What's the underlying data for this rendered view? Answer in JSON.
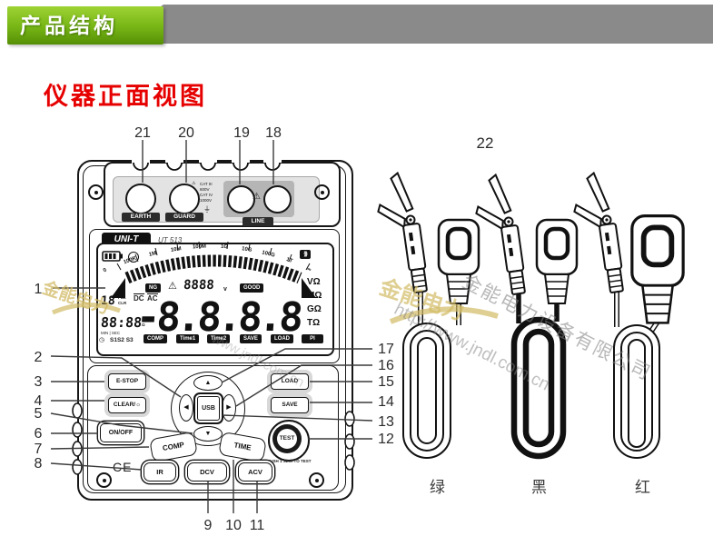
{
  "banner": {
    "title": "产品结构"
  },
  "heading": {
    "title": "仪器正面视图"
  },
  "colors": {
    "banner_green": "#76b515",
    "banner_gray": "#8a8a8a",
    "heading_red": "#e60000"
  },
  "callouts": {
    "c1": "1",
    "c2": "2",
    "c3": "3",
    "c4": "4",
    "c5": "5",
    "c6": "6",
    "c7": "7",
    "c8": "8",
    "c9": "9",
    "c10": "10",
    "c11": "11",
    "c12": "12",
    "c13": "13",
    "c14": "14",
    "c15": "15",
    "c16": "16",
    "c17": "17",
    "c18": "18",
    "c19": "19",
    "c20": "20",
    "c21": "21",
    "c22": "22"
  },
  "device": {
    "brand": "UNI-T",
    "model": "UT 513",
    "terminals": {
      "earth": "EARTH",
      "guard": "GUARD",
      "line": "LINE",
      "warning_lines": [
        "CAT III",
        "600V",
        "CAT IV",
        "1000V"
      ],
      "warning_icon": "⚠",
      "ground_icon": "⏚"
    },
    "lcd": {
      "scale_labels": [
        "0",
        "100K",
        "1M",
        "10M",
        "100M",
        "1G",
        "10G",
        "100G",
        "1T",
        "∞"
      ],
      "ng": "NG",
      "good": "GOOD",
      "warning_icon": "⚠",
      "small_digits": "8888",
      "small_digits_unit": "v",
      "hold_digits": "18",
      "ful": "FUL",
      "clr": "CLR",
      "dc": "DC",
      "ac": "AC",
      "main_digits": "-8.8.8.8",
      "units": [
        "VΩ",
        "MΩ",
        "GΩ",
        "TΩ"
      ],
      "timer_digits": "88:88",
      "timer_caption": "MIN | SEC",
      "timer_unit_top": "M",
      "timer_unit_bottom": "Ω",
      "clock_icon": "◷",
      "s_markers": "S1S2 S3",
      "speaker_icon": "∙)))",
      "mode_badges": [
        "COMP",
        "Time1",
        "Time2",
        "SAVE",
        "LOAD",
        "PI"
      ]
    },
    "buttons": {
      "e_stop": "E-STOP",
      "clear": "CLEAR/☼",
      "on_off": "ON/OFF",
      "up": "▲",
      "down": "▼",
      "left": "◀",
      "right": "▶",
      "usb": "USB",
      "load": "LOAD",
      "save": "SAVE",
      "test": "TEST",
      "comp": "COMP",
      "time": "TIME",
      "ir": "IR",
      "dcv": "DCV",
      "acv": "ACV"
    },
    "test_hint": "⚠ PUSH 1 SEC. TO TEST",
    "ce_mark": "CE"
  },
  "cables": {
    "group_number": "22",
    "items": [
      {
        "name": "绿"
      },
      {
        "name": "黑"
      },
      {
        "name": "红"
      }
    ]
  },
  "watermarks": {
    "logo": "金能电力",
    "company": "金能电力设备有限公司",
    "url": "http://www.jndl.com.cn",
    "url_short": "www.jndl.com.cn"
  }
}
